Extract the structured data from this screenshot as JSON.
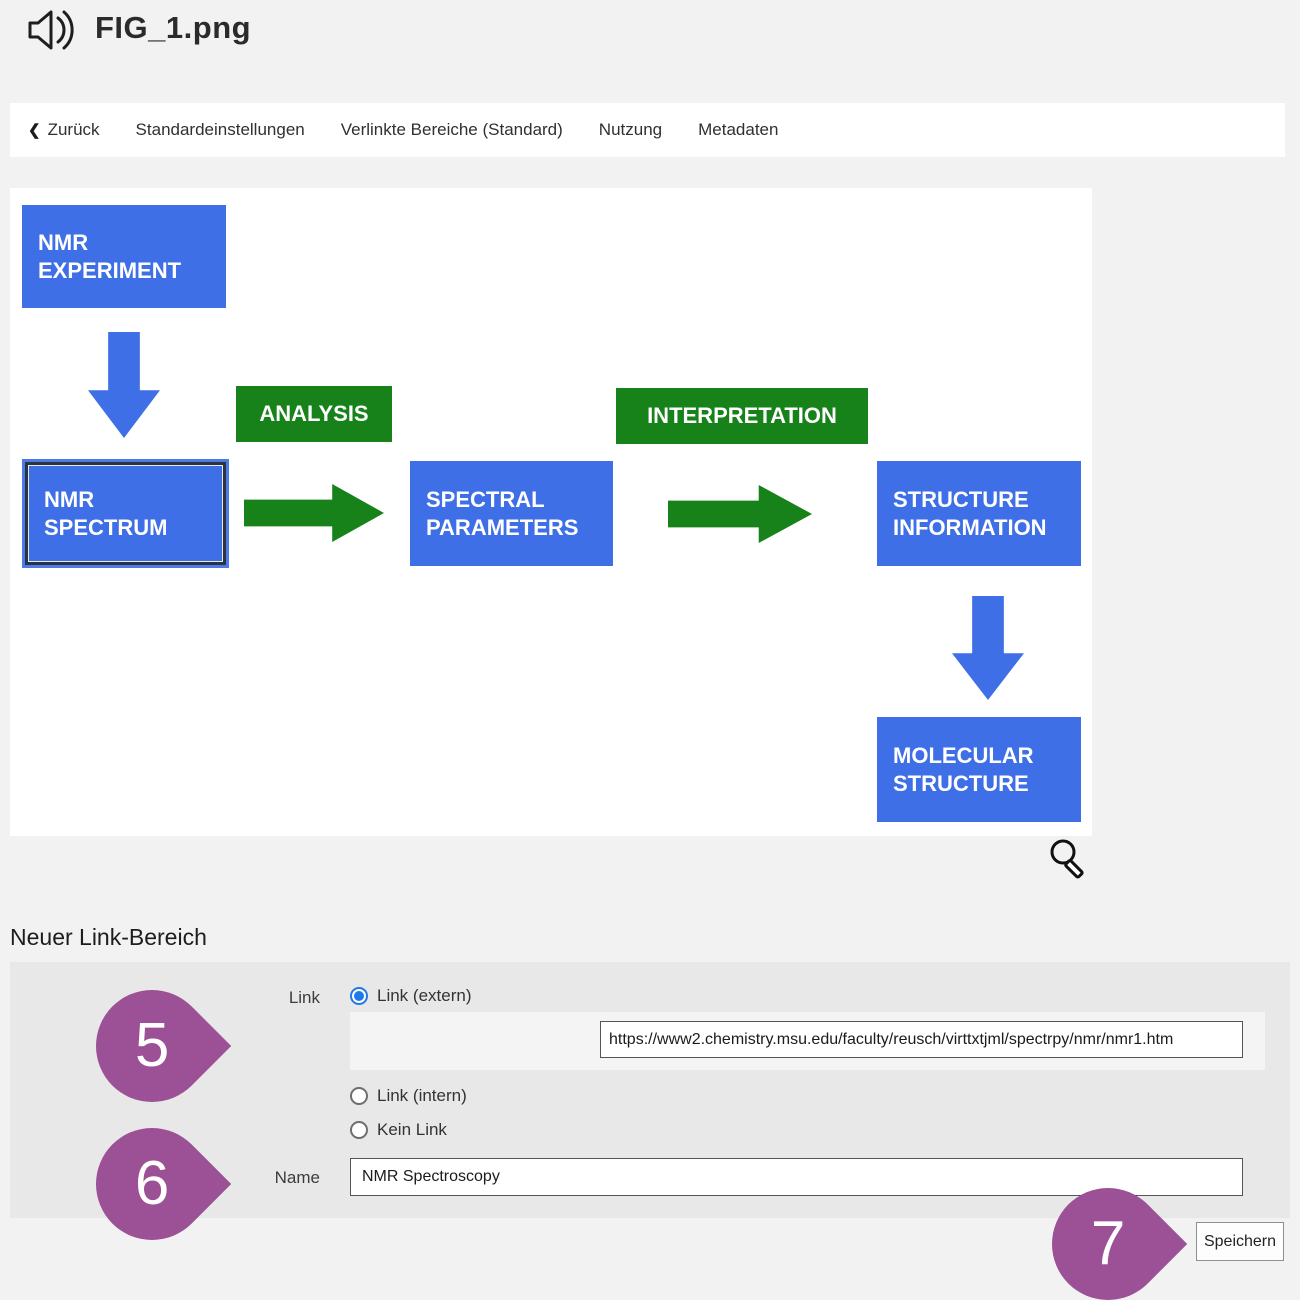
{
  "header": {
    "title": "FIG_1.png"
  },
  "nav": {
    "back_label": "Zurück",
    "items": [
      "Standardeinstellungen",
      "Verlinkte Bereiche (Standard)",
      "Nutzung",
      "Metadaten"
    ]
  },
  "figure": {
    "boxes": [
      {
        "label": "NMR EXPERIMENT",
        "selected": false
      },
      {
        "label": "NMR SPECTRUM",
        "selected": true
      },
      {
        "label": "SPECTRAL PARAMETERS",
        "selected": false
      },
      {
        "label": "STRUCTURE INFORMATION",
        "selected": false
      },
      {
        "label": "MOLECULAR STRUCTURE",
        "selected": false
      }
    ],
    "process_labels": [
      {
        "label": "ANALYSIS"
      },
      {
        "label": "INTERPRETATION"
      }
    ]
  },
  "form": {
    "heading": "Neuer Link-Bereich",
    "link_label": "Link",
    "options": [
      {
        "label": "Link (extern)",
        "selected": true
      },
      {
        "label": "Link (intern)",
        "selected": false
      },
      {
        "label": "Kein Link",
        "selected": false
      }
    ],
    "url_value": "https://www2.chemistry.msu.edu/faculty/reusch/virttxtjml/spectrpy/nmr/nmr1.htm",
    "name_label": "Name",
    "name_value": "NMR Spectroscopy",
    "save_label": "Speichern"
  },
  "markers": [
    {
      "number": "5"
    },
    {
      "number": "6"
    },
    {
      "number": "7"
    }
  ],
  "colors": {
    "box_blue": "#3f6fe6",
    "box_green": "#17821a",
    "marker_purple": "#9c5095",
    "radio_selected": "#2079e8",
    "page_bg": "#f2f2f2",
    "panel_bg": "#e8e8e8",
    "subpanel_bg": "#f4f4f4"
  }
}
